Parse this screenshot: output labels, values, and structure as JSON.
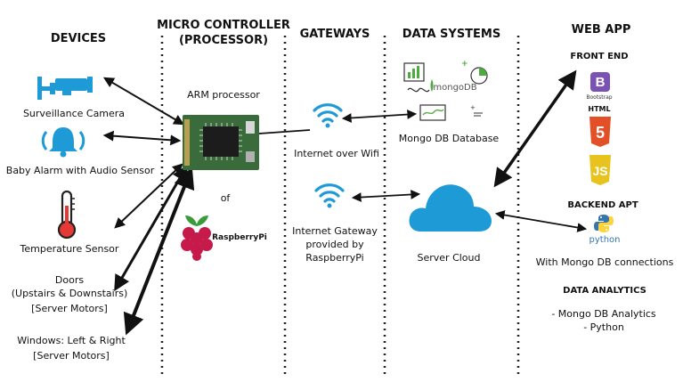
{
  "headers": {
    "devices": "DEVICES",
    "micro_line1": "MICRO CONTROLLER",
    "micro_line2": "(PROCESSOR)",
    "gateways": "GATEWAYS",
    "data_systems": "DATA SYSTEMS",
    "web_app": "WEB APP"
  },
  "devices": {
    "camera": "Surveillance Camera",
    "baby_alarm": "Baby Alarm with Audio Sensor",
    "temperature": "Temperature Sensor",
    "doors_line1": "Doors",
    "doors_line2": "(Upstairs & Downstairs)",
    "doors_line3": "[Server Motors]",
    "windows_line1": "Windows: Left & Right",
    "windows_line2": "[Server Motors]"
  },
  "micro": {
    "arm": "ARM processor",
    "of": "of",
    "raspberry_logo_text": "RaspberryPi"
  },
  "gateways": {
    "wifi": "Internet over Wifi",
    "gw_line1": "Internet Gateway",
    "gw_line2": "provided by",
    "gw_line3": "RaspberryPi"
  },
  "data_systems": {
    "mongo_logo_text": "mongoDB",
    "mongo_db": "Mongo DB Database",
    "cloud": "Server Cloud"
  },
  "web_app": {
    "front_end": "FRONT END",
    "bootstrap_logo_text": "Bootstrap",
    "html_logo_text": "HTML",
    "backend": "BACKEND APT",
    "python_logo_text": "python",
    "mongo_conn": "With Mongo DB connections",
    "analytics": "DATA ANALYTICS",
    "analytics_item1": "- Mongo DB Analytics",
    "analytics_item2": "- Python"
  },
  "colors": {
    "icon_blue": "#1e9bd7",
    "thermo_red": "#e53935",
    "raspberry_red": "#c51a4a",
    "raspberry_green": "#3a9b3a",
    "bootstrap_purple": "#7952b3",
    "html5_orange": "#e34f26",
    "js_yellow": "#e8c31e",
    "python_blue": "#3776ab",
    "python_yellow": "#ffd43b",
    "chip_green": "#3a6b3a",
    "mongo_green": "#4faa41"
  },
  "icons": [
    "camera-icon",
    "bell-icon",
    "thermometer-icon",
    "arm-board-icon",
    "raspberry-pi-icon",
    "wifi-icon",
    "mongodb-icon",
    "cloud-icon",
    "bootstrap-icon",
    "html5-icon",
    "js-icon",
    "python-icon"
  ]
}
